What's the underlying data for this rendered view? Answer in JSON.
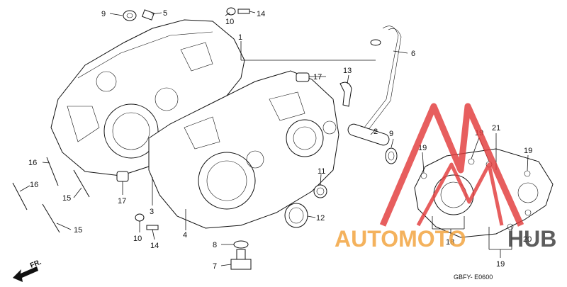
{
  "diagram": {
    "callouts": [
      {
        "id": "c9a",
        "label": "9"
      },
      {
        "id": "c5",
        "label": "5"
      },
      {
        "id": "c10a",
        "label": "10"
      },
      {
        "id": "c14a",
        "label": "14"
      },
      {
        "id": "c1",
        "label": "1"
      },
      {
        "id": "c6",
        "label": "6"
      },
      {
        "id": "c17a",
        "label": "17"
      },
      {
        "id": "c13",
        "label": "13"
      },
      {
        "id": "c2",
        "label": "2"
      },
      {
        "id": "c9b",
        "label": "9"
      },
      {
        "id": "c16a",
        "label": "16"
      },
      {
        "id": "c16b",
        "label": "16"
      },
      {
        "id": "c15a",
        "label": "15"
      },
      {
        "id": "c15b",
        "label": "15"
      },
      {
        "id": "c17b",
        "label": "17"
      },
      {
        "id": "c3",
        "label": "3"
      },
      {
        "id": "c4",
        "label": "4"
      },
      {
        "id": "c10b",
        "label": "10"
      },
      {
        "id": "c14b",
        "label": "14"
      },
      {
        "id": "c11",
        "label": "11"
      },
      {
        "id": "c12",
        "label": "12"
      },
      {
        "id": "c8",
        "label": "8"
      },
      {
        "id": "c7",
        "label": "7"
      },
      {
        "id": "c19a",
        "label": "19"
      },
      {
        "id": "c19b",
        "label": "19"
      },
      {
        "id": "c21",
        "label": "21"
      },
      {
        "id": "c19c",
        "label": "19"
      },
      {
        "id": "c18",
        "label": "18"
      },
      {
        "id": "c20",
        "label": "20"
      },
      {
        "id": "c19d",
        "label": "19"
      }
    ],
    "direction_label": "FR.",
    "diagram_code": "GBFY- E0600"
  },
  "watermark": {
    "text_part1": "AUTOMOTO",
    "text_part2": "HUB",
    "colors": {
      "triangle": "#e23b3b",
      "text_orange": "#f2a23a",
      "text_dark": "#3a3a3a"
    }
  }
}
